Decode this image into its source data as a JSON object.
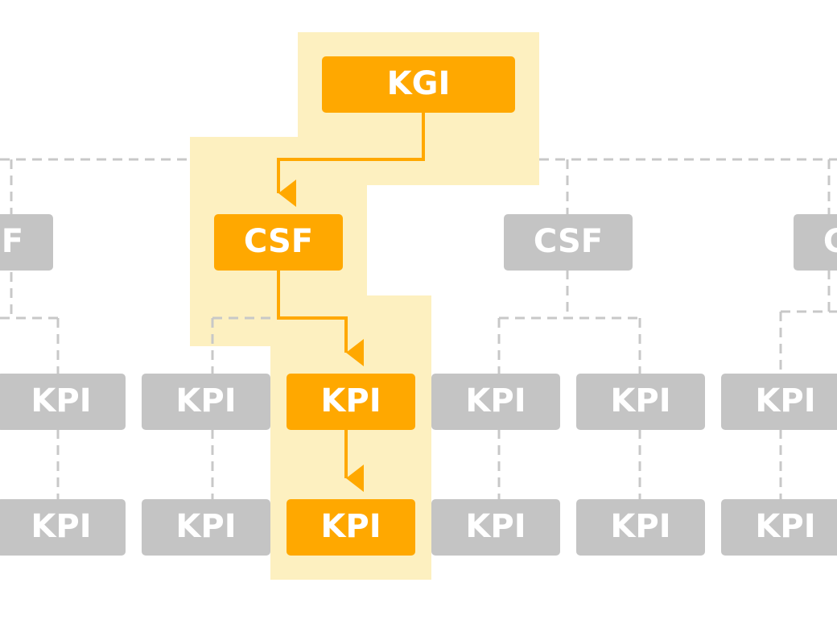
{
  "colors": {
    "highlight_fill": "#fdf0c0",
    "active_node": "#ffa800",
    "active_edge": "#ffa800",
    "inactive_node": "#c4c4c4",
    "inactive_edge": "#c8c8c8",
    "label_text": "#ffffff"
  },
  "diagram": {
    "kgi": {
      "label": "KGI"
    },
    "csf_nodes": [
      {
        "label": "CSF",
        "state": "inactive"
      },
      {
        "label": "CSF",
        "state": "active"
      },
      {
        "label": "CSF",
        "state": "inactive"
      },
      {
        "label": "CSF",
        "state": "inactive"
      }
    ],
    "kpi_row_1": [
      {
        "label": "KPI",
        "state": "inactive"
      },
      {
        "label": "KPI",
        "state": "inactive"
      },
      {
        "label": "KPI",
        "state": "active"
      },
      {
        "label": "KPI",
        "state": "inactive"
      },
      {
        "label": "KPI",
        "state": "inactive"
      },
      {
        "label": "KPI",
        "state": "inactive"
      }
    ],
    "kpi_row_2": [
      {
        "label": "KPI",
        "state": "inactive"
      },
      {
        "label": "KPI",
        "state": "inactive"
      },
      {
        "label": "KPI",
        "state": "active"
      },
      {
        "label": "KPI",
        "state": "inactive"
      },
      {
        "label": "KPI",
        "state": "inactive"
      },
      {
        "label": "KPI",
        "state": "inactive"
      }
    ]
  }
}
